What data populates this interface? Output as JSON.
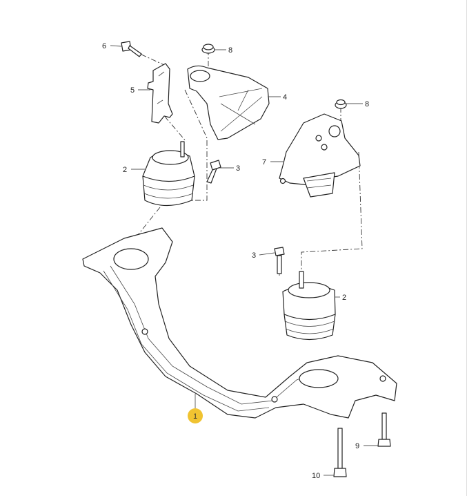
{
  "diagram": {
    "accent_color": "#f0c331",
    "callouts": [
      {
        "id": "6",
        "text": "6"
      },
      {
        "id": "8a",
        "text": "8"
      },
      {
        "id": "5",
        "text": "5"
      },
      {
        "id": "4",
        "text": "4"
      },
      {
        "id": "8b",
        "text": "8"
      },
      {
        "id": "7",
        "text": "7"
      },
      {
        "id": "2a",
        "text": "2"
      },
      {
        "id": "3a",
        "text": "3"
      },
      {
        "id": "3b",
        "text": "3"
      },
      {
        "id": "2b",
        "text": "2"
      },
      {
        "id": "1",
        "text": "1"
      },
      {
        "id": "9",
        "text": "9"
      },
      {
        "id": "10",
        "text": "10"
      }
    ]
  }
}
